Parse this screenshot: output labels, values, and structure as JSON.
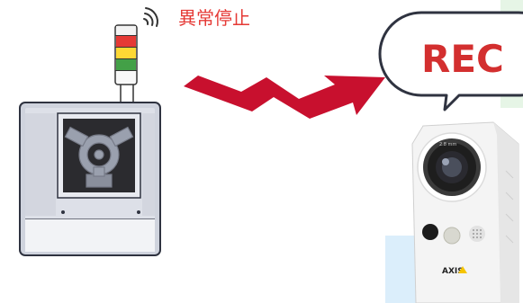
{
  "status_text": "異常停止",
  "rec_label": "REC",
  "camera_brand": "AXIS",
  "lens_marking": "2.8 mm",
  "colors": {
    "alert_red": "#e53935",
    "rec_red": "#d32f2f",
    "arrow_red": "#c8102e",
    "tower_red": "#e53935",
    "tower_yellow": "#fdd835",
    "tower_green": "#43a047",
    "machine_body": "#cfd3dd",
    "machine_frame": "#d9dce6",
    "machine_window": "#2b2b2f",
    "camera_body": "#f4f4f4",
    "bg_accent_blue": "#dbeefb",
    "bg_accent_green": "#e6f5e6"
  },
  "icons": [
    "signal-tower-icon",
    "wireless-signal-icon",
    "machine-robot-arm-icon",
    "transmission-arrow-icon",
    "rec-speech-bubble-icon",
    "network-camera-icon"
  ]
}
